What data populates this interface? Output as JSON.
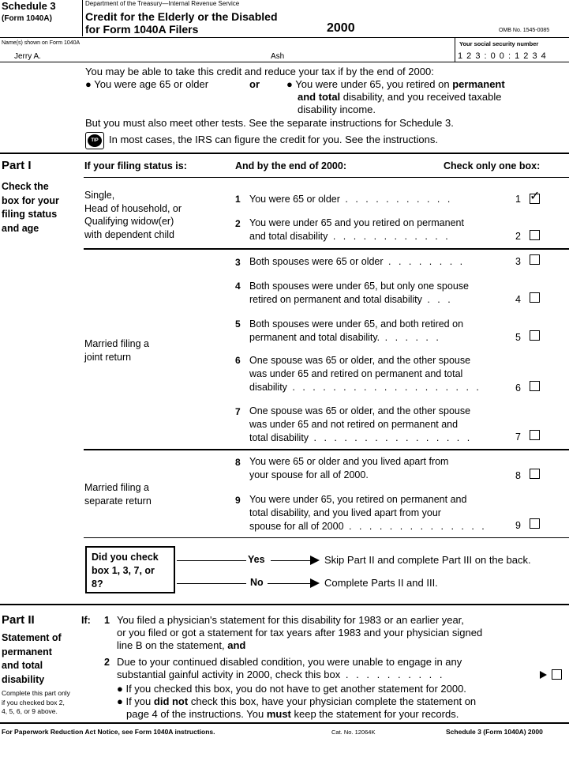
{
  "header": {
    "schedule": "Schedule 3",
    "form_ref": "(Form 1040A)",
    "dept": "Department of the Treasury—Internal Revenue Service",
    "title_line1": "Credit for the Elderly or the Disabled",
    "title_line2": "for Form 1040A Filers",
    "year": "2000",
    "omb": "OMB No. 1545-0085",
    "names_label": "Name(s) shown on Form 1040A",
    "first_name": "Jerry A.",
    "last_name": "Ash",
    "ssn_label": "Your social security number",
    "ssn": "1 2 3 : 0 0 : 1 2 3 4"
  },
  "intro": {
    "line1": "You may be able to take this credit and reduce your tax if by the end of 2000:",
    "bullet_a": "You were age 65 or older",
    "or": "or",
    "bullet_b_1": "You were under 65, you retired on",
    "bullet_b_bold1": "permanent",
    "bullet_b_bold2": "and total",
    "bullet_b_2": "disability, and you received taxable",
    "bullet_b_3": "disability income.",
    "other_tests": "But you must also meet other tests. See the separate instructions for Schedule 3.",
    "tip_icon": "TIP",
    "tip_text": "In most cases, the IRS can figure the credit for you. See the instructions."
  },
  "part1": {
    "title": "Part I",
    "side_label": [
      "Check the",
      "box for your",
      "filing status",
      "and age"
    ],
    "col_status": "If your filing status is:",
    "col_end": "And by the end of 2000:",
    "col_check": "Check only one box:",
    "group1_status": [
      "Single,",
      "Head of household, or",
      "Qualifying widow(er)",
      "with dependent child"
    ],
    "group2_status": [
      "Married filing a",
      "joint return"
    ],
    "group3_status": [
      "Married filing a",
      "separate return"
    ],
    "items": [
      {
        "num": "1",
        "lines": [
          "You were 65 or older"
        ],
        "box": "1",
        "checked": true
      },
      {
        "num": "2",
        "lines": [
          "You were under 65 and you retired on permanent",
          "and total disability"
        ],
        "box": "2",
        "checked": false
      },
      {
        "num": "3",
        "lines": [
          "Both spouses were 65 or older"
        ],
        "box": "3",
        "checked": false
      },
      {
        "num": "4",
        "lines": [
          "Both spouses were under 65, but only one spouse",
          "retired on permanent and total disability"
        ],
        "box": "4",
        "checked": false
      },
      {
        "num": "5",
        "lines": [
          "Both spouses were under 65, and both retired on",
          "permanent and total disability."
        ],
        "box": "5",
        "checked": false
      },
      {
        "num": "6",
        "lines": [
          "One spouse was 65 or older, and the other spouse",
          "was under 65 and retired on permanent and total",
          "disability"
        ],
        "box": "6",
        "checked": false
      },
      {
        "num": "7",
        "lines": [
          "One spouse was 65 or older, and the other spouse",
          "was under 65 and not retired on permanent and",
          "total disability"
        ],
        "box": "7",
        "checked": false
      },
      {
        "num": "8",
        "lines": [
          "You were 65 or older and you lived apart from",
          "your spouse for all of 2000."
        ],
        "box": "8",
        "checked": false
      },
      {
        "num": "9",
        "lines": [
          "You were under 65, you retired on permanent and",
          "total disability, and you lived apart from your",
          "spouse for all of 2000"
        ],
        "box": "9",
        "checked": false
      }
    ],
    "question": [
      "Did you check",
      "box 1, 3, 7, or",
      "8?"
    ],
    "yes": "Yes",
    "yes_text": "Skip Part II and complete Part III on the back.",
    "no": "No",
    "no_text": "Complete Parts II and III.",
    "checkmark": "✓"
  },
  "part2": {
    "title": "Part II",
    "side_label": [
      "Statement of",
      "permanent",
      "and total",
      "disability"
    ],
    "side_note": [
      "Complete this part only",
      "if you checked box 2,",
      "4, 5, 6, or 9 above."
    ],
    "if": "If:",
    "l1_num": "1",
    "l1_a": "You filed a physician's statement for this disability for 1983 or an earlier year,",
    "l1_b": "or you filed or got a statement for tax years after 1983 and your physician signed",
    "l1_c": "line B on the statement,",
    "l1_and": "and",
    "l2_num": "2",
    "l2_a": "Due to your continued disabled condition, you were unable to engage in any",
    "l2_b": "substantial gainful activity in 2000, check this box",
    "bul1": "If you checked this box, you do not have to get another statement for 2000.",
    "bul2_a": "If you",
    "bul2_bold": "did not",
    "bul2_b": "check this box, have your physician complete the statement on",
    "bul2_c": "page 4 of the instructions. You",
    "bul2_must": "must",
    "bul2_d": "keep the statement for your records."
  },
  "footer": {
    "left": "For Paperwork Reduction Act Notice, see Form 1040A instructions.",
    "cat": "Cat. No. 12064K",
    "right": "Schedule 3 (Form 1040A) 2000"
  }
}
